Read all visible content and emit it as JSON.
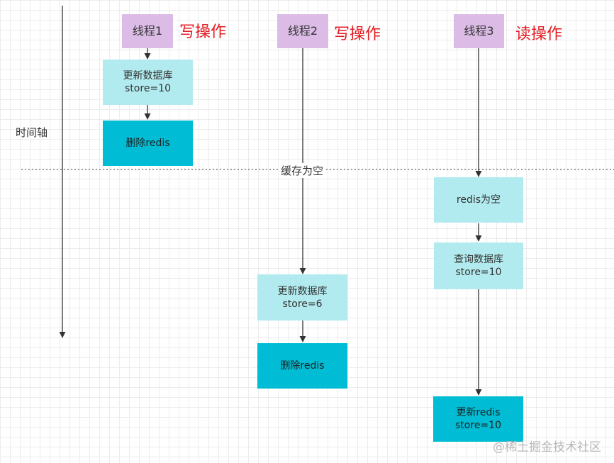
{
  "timeline_label": "时间轴",
  "cache_empty_label": "缓存为空",
  "watermark": "@稀土掘金技术社区",
  "threads": [
    {
      "name": "线程1",
      "op": "写操作"
    },
    {
      "name": "线程2",
      "op": "写操作"
    },
    {
      "name": "线程3",
      "op": "读操作"
    }
  ],
  "steps": {
    "t1_update_db": "更新数据库\nstore=10",
    "t1_delete_redis": "删除redis",
    "t3_redis_empty": "redis为空",
    "t3_query_db": "查询数据库\nstore=10",
    "t2_update_db": "更新数据库\nstore=6",
    "t2_delete_redis": "删除redis",
    "t3_update_redis": "更新redis\nstore=10"
  },
  "colors": {
    "thread": "#dcbce6",
    "step_light": "#b2ebef",
    "step_dark": "#00bcd4",
    "op_label": "#e51c23",
    "line": "#333333"
  }
}
